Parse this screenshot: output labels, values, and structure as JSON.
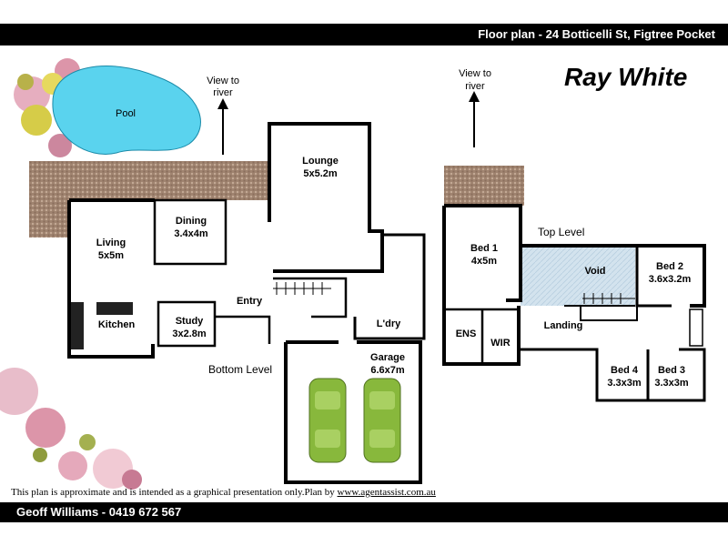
{
  "header": {
    "title": "Floor plan - 24 Botticelli St, Figtree Pocket"
  },
  "brand": {
    "logo_text": "Ray White"
  },
  "levels": {
    "bottom": "Bottom Level",
    "top": "Top Level"
  },
  "annotations": {
    "view_left_line1": "View to",
    "view_left_line2": "river",
    "view_right_line1": "View to",
    "view_right_line2": "river"
  },
  "rooms": {
    "pool": "Pool",
    "lounge": "Lounge",
    "lounge_size": "5x5.2m",
    "dining": "Dining",
    "dining_size": "3.4x4m",
    "living": "Living",
    "living_size": "5x5m",
    "kitchen": "Kitchen",
    "study": "Study",
    "study_size": "3x2.8m",
    "entry": "Entry",
    "laundry": "L'dry",
    "garage": "Garage",
    "garage_size": "6.6x7m",
    "bed1": "Bed 1",
    "bed1_size": "4x5m",
    "void": "Void",
    "bed2": "Bed 2",
    "bed2_size": "3.6x3.2m",
    "landing": "Landing",
    "ens": "ENS",
    "wir": "WIR",
    "bed4": "Bed 4",
    "bed4_size": "3.3x3m",
    "bed3": "Bed 3",
    "bed3_size": "3.3x3m"
  },
  "footer": {
    "disclaimer": "This plan is approximate and is intended as a graphical presentation only.Plan by",
    "url": "www.agentassist.com.au",
    "agent": "Geoff  Williams - 0419 672 567"
  },
  "colors": {
    "wall": "#000000",
    "deck": "#a08470",
    "pool": "#5ad3ee",
    "void": "#d3e3ee",
    "car": "#88b83c",
    "plant_pink": "#d88aa0",
    "plant_yellow": "#d6cc48"
  }
}
